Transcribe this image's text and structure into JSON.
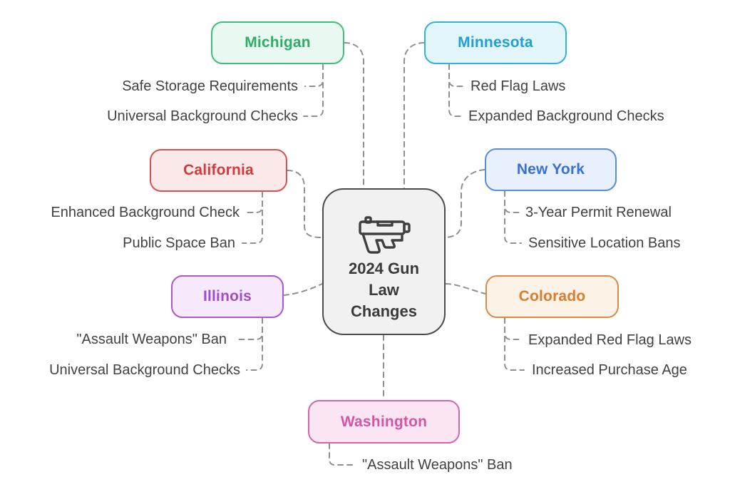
{
  "diagram": {
    "title": "2024 Gun Law Changes",
    "background_color": "#ffffff",
    "connector_color": "#8f8f8f",
    "item_text_color": "#414141",
    "center": {
      "label": "2024 Gun\nLaw\nChanges",
      "icon": "gun-icon",
      "border_color": "#4b4b4b",
      "fill_color": "#f1f1f2",
      "text_color": "#3a3a3a",
      "icon_color": "#3f3f3f"
    },
    "nodes": [
      {
        "id": "michigan",
        "label": "Michigan",
        "border_color": "#3fbc7e",
        "fill_color": "#e9f8f0",
        "text_color": "#2fad68",
        "items": [
          "Safe Storage Requirements",
          "Universal Background Checks"
        ]
      },
      {
        "id": "minnesota",
        "label": "Minnesota",
        "border_color": "#34b0d9",
        "fill_color": "#e2f5fb",
        "text_color": "#219fd3",
        "items": [
          "Red Flag Laws",
          "Expanded Background Checks"
        ]
      },
      {
        "id": "california",
        "label": "California",
        "border_color": "#d35252",
        "fill_color": "#fbe9e9",
        "text_color": "#cd3d3d",
        "items": [
          "Enhanced Background Check",
          "Public Space Ban"
        ]
      },
      {
        "id": "new-york",
        "label": "New York",
        "border_color": "#5b8cd9",
        "fill_color": "#e7f0fc",
        "text_color": "#3d6fd3",
        "items": [
          "3-Year Permit Renewal",
          "Sensitive Location Bans"
        ]
      },
      {
        "id": "illinois",
        "label": "Illinois",
        "border_color": "#aa58cb",
        "fill_color": "#f6e9fc",
        "text_color": "#a04ec6",
        "items": [
          "\"Assault Weapons\" Ban",
          "Universal Background Checks"
        ]
      },
      {
        "id": "colorado",
        "label": "Colorado",
        "border_color": "#d98c45",
        "fill_color": "#fcf2e6",
        "text_color": "#d87e2e",
        "items": [
          "Expanded Red Flag Laws",
          "Increased Purchase Age"
        ]
      },
      {
        "id": "washington",
        "label": "Washington",
        "border_color": "#d566ae",
        "fill_color": "#fce5f3",
        "text_color": "#d156a6",
        "items": [
          "\"Assault Weapons\" Ban"
        ]
      }
    ]
  }
}
